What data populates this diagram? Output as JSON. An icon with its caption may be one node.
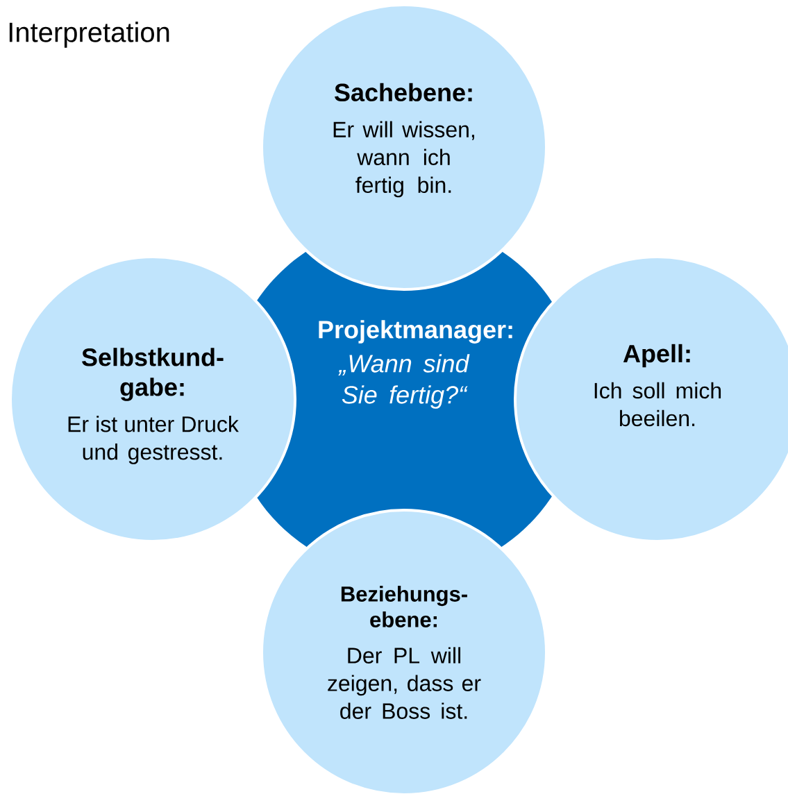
{
  "diagram": {
    "title": "Interpretation",
    "nodes": [
      {
        "text": [
          "Sachebene:",
          "Er will wissen, wann ich fertig bin."
        ]
      },
      {
        "text": [
          "Selbstkund- gabe:",
          "Er ist unter Druck und gestresst."
        ]
      },
      {
        "text": [
          "Projektmanager:",
          "*„Wann sind Sie fertig?*“"
        ]
      },
      {
        "text": [
          "Apell:",
          "Ich soll mich beeilen."
        ]
      },
      {
        "text": [
          "Beziehungs- ebene:",
          "Der PL will zeigen, dass er der Boss ist."
        ]
      }
    ]
  }
}
